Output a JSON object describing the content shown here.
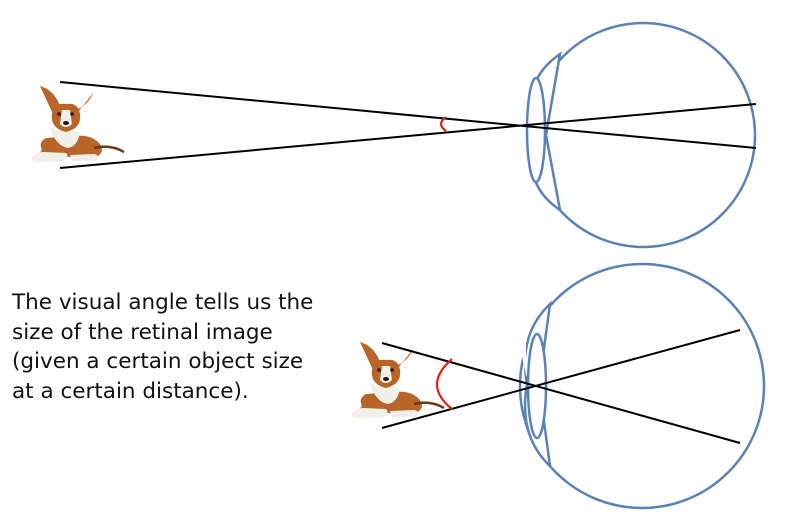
{
  "caption": {
    "lines": [
      "The visual angle tells us the",
      "size of the retinal image",
      "(given a certain object size",
      "at a certain distance)."
    ]
  },
  "colors": {
    "eye_outline": "#5b82b8",
    "ray": "#000000",
    "angle_arc": "#e0201a",
    "dog_fur": "#b8652a",
    "dog_white": "#f2efe9"
  },
  "icons": {
    "object": "dog-icon",
    "eye": "eyeball-icon",
    "lens": "lens-icon"
  }
}
